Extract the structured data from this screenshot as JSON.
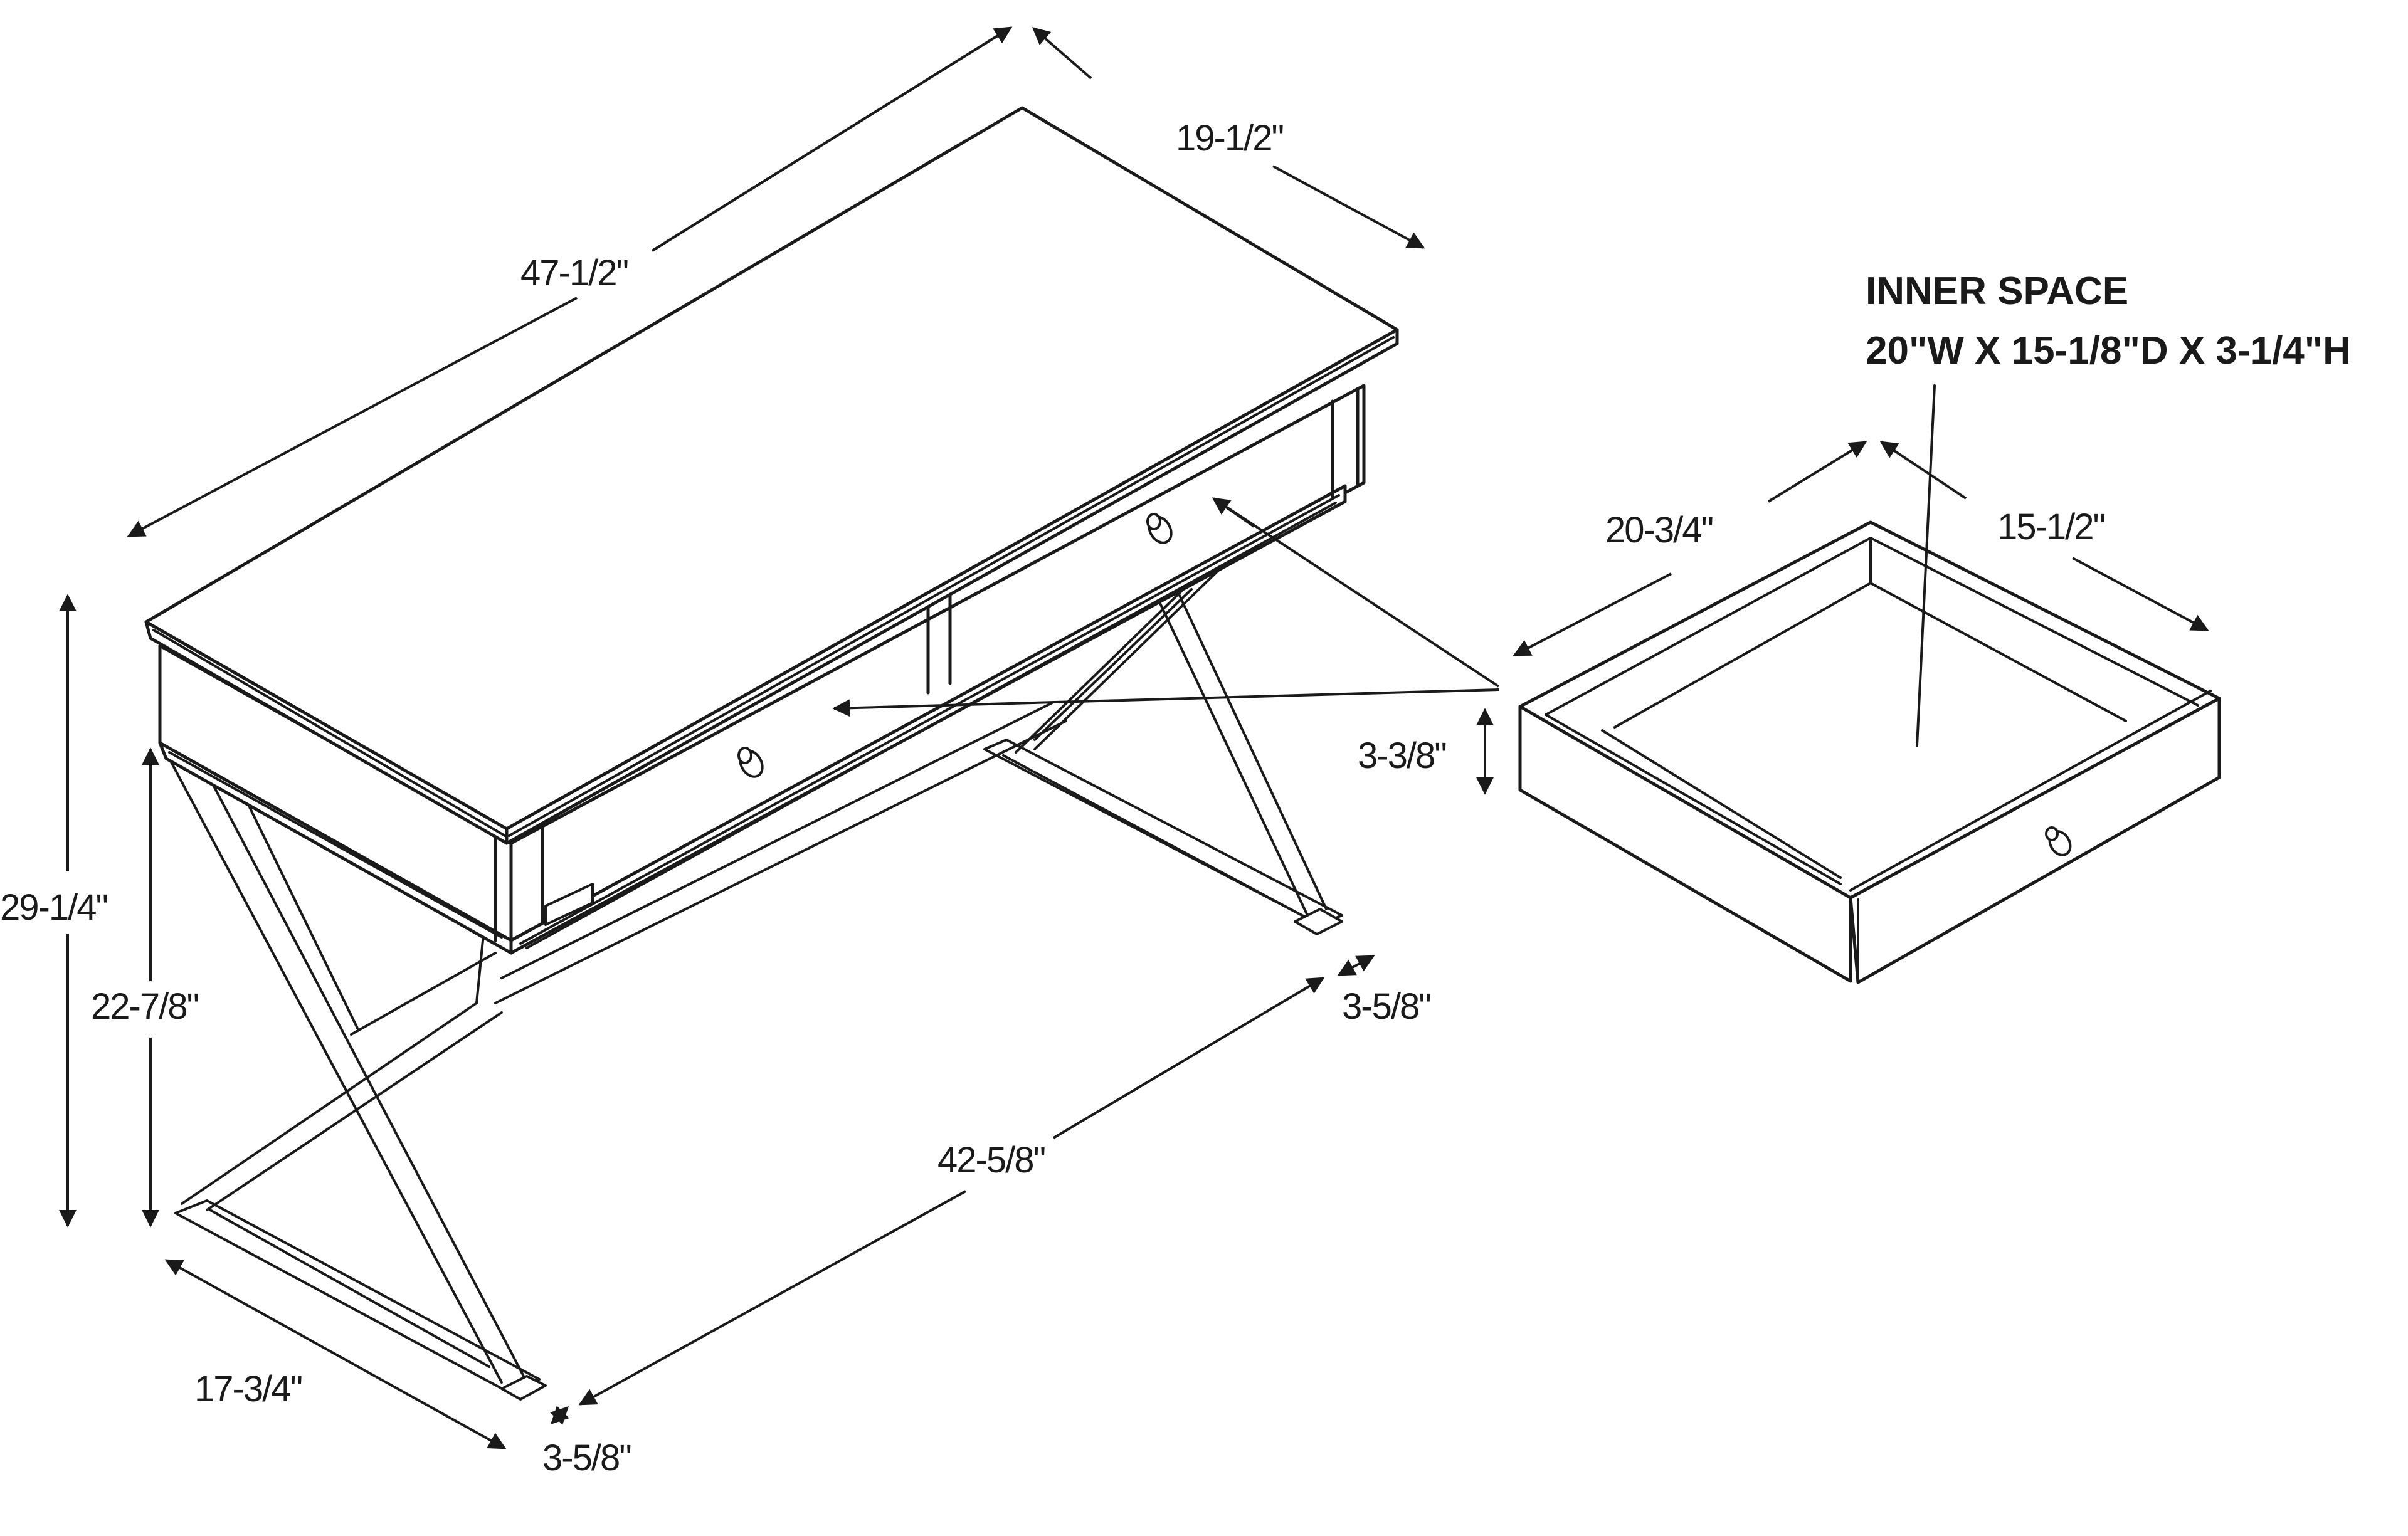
{
  "diagram": {
    "type": "isometric-dimension-drawing",
    "subject": "Writing desk with X-base legs and removable drawer",
    "background": "#ffffff",
    "line_color": "#1a1a1a"
  },
  "desk": {
    "dimensions": {
      "overall_width": "47-1/2\"",
      "overall_depth": "19-1/2\"",
      "overall_height": "29-1/4\"",
      "knee_clearance_height": "22-7/8\"",
      "leg_span_width": "42-5/8\"",
      "leg_base_depth": "17-3/4\"",
      "leg_inset_right": "3-5/8\"",
      "leg_inset_left": "3-5/8\"",
      "drawer_opening_height": "3-3/8\""
    },
    "drawer_count": 2
  },
  "drawer": {
    "dimensions": {
      "outer_width": "20-3/4\"",
      "outer_depth": "15-1/2\""
    },
    "inner_space": {
      "title": "INNER SPACE",
      "value": "20\"W X 15-1/8\"D X 3-1/4\"H"
    }
  }
}
